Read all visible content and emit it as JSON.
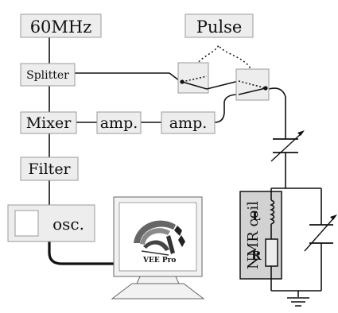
{
  "blocks": {
    "oscillator": "60MHz",
    "pulse": "Pulse",
    "splitter": "Splitter",
    "mixer": "Mixer",
    "amp1": "amp.",
    "amp2": "amp.",
    "filter": "Filter",
    "oscilloscope": "osc."
  },
  "coil": {
    "label": "NMR coil",
    "inductor": "L",
    "resistor": "R"
  },
  "computer": {
    "logo_text": "VEE Pro"
  },
  "colors": {
    "block_fill": "#ededed",
    "block_border": "#9a9a9a",
    "coil_box_fill": "#d2d2d2",
    "wire": "#111111"
  },
  "icons": {
    "computer": "monitor-icon",
    "logo": "vee-pro-logo",
    "ground": "ground-icon",
    "capacitor": "variable-capacitor-icon",
    "switch": "rf-switch-icon"
  }
}
